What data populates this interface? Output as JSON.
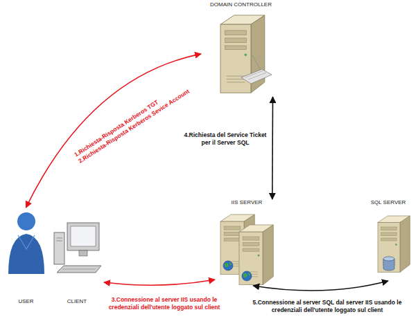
{
  "diagram": {
    "nodes": [
      {
        "text": [
          "DOMAIN CONTROLLER"
        ]
      },
      {
        "text": [
          "USER"
        ]
      },
      {
        "text": [
          "CLIENT"
        ]
      },
      {
        "text": [
          "IIS SERVER"
        ]
      },
      {
        "text": [
          "SQL SERVER"
        ]
      }
    ],
    "edges": [
      {
        "from": 0,
        "to": 1,
        "arrow": "both",
        "label": "1.Richiesta-Risposta Kerberos TGT"
      },
      {
        "from": 0,
        "to": 3,
        "arrow": "both",
        "label": "4.Richiesta del Service Ticket per il Server SQL"
      },
      {
        "from": 2,
        "to": 3,
        "arrow": "both",
        "label": "3.Connessione al server IIS usando le credenziali dell'utente loggato sul client"
      },
      {
        "from": 3,
        "to": 4,
        "arrow": "both",
        "label": "5.Connessione al server SQL dal server IIS usando le credenziali dell'utente loggato sul client"
      }
    ],
    "labels": [
      "2.Richiesta-Risposta Kerberos Sevice Account"
    ]
  }
}
